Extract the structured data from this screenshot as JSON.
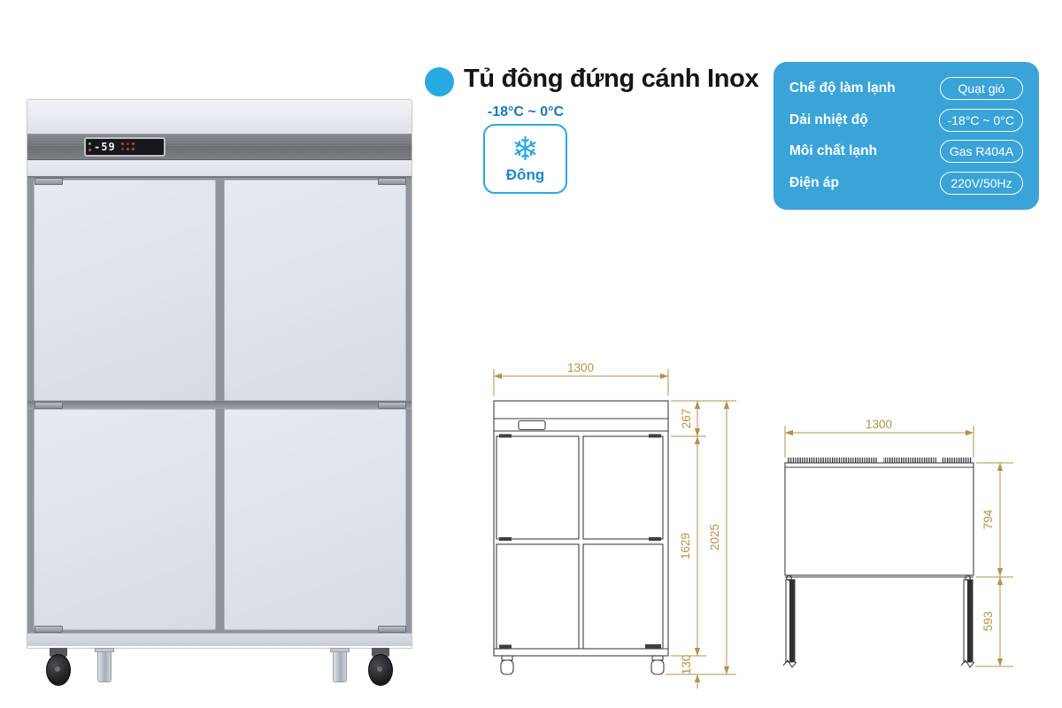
{
  "title": "Tủ đông đứng cánh Inox",
  "freeze_badge": {
    "temp_range": "-18°C ~ 0°C",
    "label": "Đông",
    "icon": "snowflake-icon",
    "icon_glyph": "❄"
  },
  "freezer_display": {
    "value": "-59"
  },
  "spec_panel": {
    "rows": [
      {
        "label": "Chế độ làm lạnh",
        "value": "Quạt gió"
      },
      {
        "label": "Dải nhiệt độ",
        "value": "-18°C ~ 0°C"
      },
      {
        "label": "Môi chất lạnh",
        "value": "Gas R404A"
      },
      {
        "label": "Điện áp",
        "value": "220V/50Hz"
      }
    ]
  },
  "drawings": {
    "front_view": {
      "width": "1300",
      "top_section_height": "267",
      "door_section_height": "1629",
      "caster_height": "130",
      "total_height": "2025"
    },
    "side_view": {
      "width": "1300",
      "body_height": "794",
      "leg_height": "593"
    }
  },
  "colors": {
    "accent_blue": "#29a9e2",
    "deep_blue": "#1b75bc",
    "panel_blue": "#3aa4d9",
    "dimension_line": "#b5924c",
    "drawing_line": "#3f3f3f"
  }
}
